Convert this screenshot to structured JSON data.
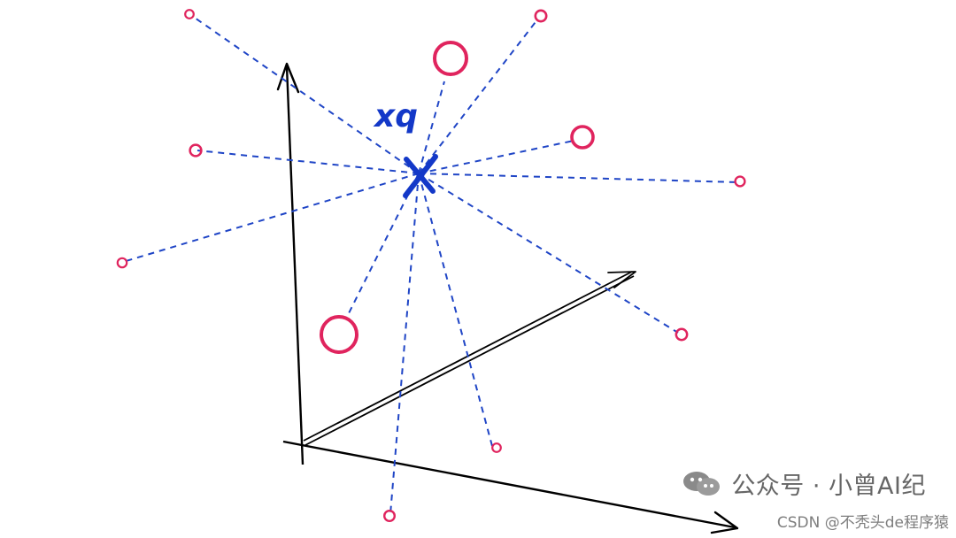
{
  "diagram": {
    "query_label": "xq",
    "colors": {
      "dash": "#1f45c6",
      "query": "#1338c8",
      "points": "#e0245e",
      "axis": "#000000"
    }
  },
  "watermark": {
    "wechat_text": "公众号 · 小曾AI纪",
    "csdn_text": "CSDN @不秃头de程序猿",
    "icon_name": "wechat-icon"
  }
}
